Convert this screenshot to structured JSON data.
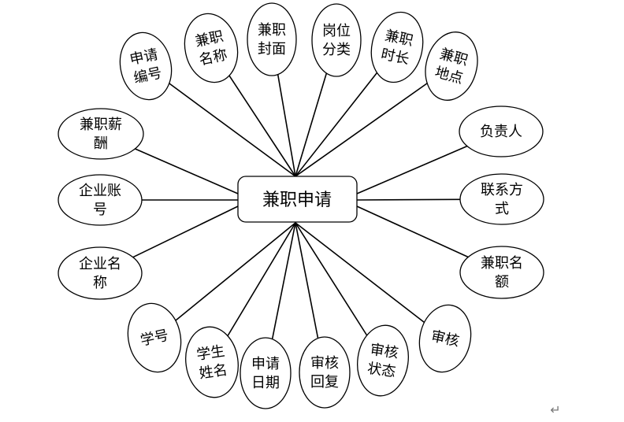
{
  "entity": {
    "label": "兼职申请"
  },
  "attributes": [
    {
      "id": "apply-no",
      "lines": [
        "申请",
        "编号"
      ]
    },
    {
      "id": "job-name",
      "lines": [
        "兼职",
        "名称"
      ]
    },
    {
      "id": "job-cover",
      "lines": [
        "兼职",
        "封面"
      ]
    },
    {
      "id": "post-category",
      "lines": [
        "岗位",
        "分类"
      ]
    },
    {
      "id": "job-duration",
      "lines": [
        "兼职",
        "时长"
      ]
    },
    {
      "id": "job-location",
      "lines": [
        "兼职",
        "地点"
      ]
    },
    {
      "id": "job-salary",
      "lines": [
        "兼职薪",
        "酬"
      ]
    },
    {
      "id": "company-account",
      "lines": [
        "企业账",
        "号"
      ]
    },
    {
      "id": "company-name",
      "lines": [
        "企业名",
        "称"
      ]
    },
    {
      "id": "student-no",
      "lines": [
        "学号"
      ]
    },
    {
      "id": "student-name",
      "lines": [
        "学生",
        "姓名"
      ]
    },
    {
      "id": "apply-date",
      "lines": [
        "申请",
        "日期"
      ]
    },
    {
      "id": "review-reply",
      "lines": [
        "审核",
        "回复"
      ]
    },
    {
      "id": "review-status",
      "lines": [
        "审核",
        "状态"
      ]
    },
    {
      "id": "review",
      "lines": [
        "审核"
      ]
    },
    {
      "id": "manager",
      "lines": [
        "负责人"
      ]
    },
    {
      "id": "contact",
      "lines": [
        "联系方",
        "式"
      ]
    },
    {
      "id": "quota",
      "lines": [
        "兼职名",
        "额"
      ]
    }
  ],
  "paragraph_mark": "↵"
}
